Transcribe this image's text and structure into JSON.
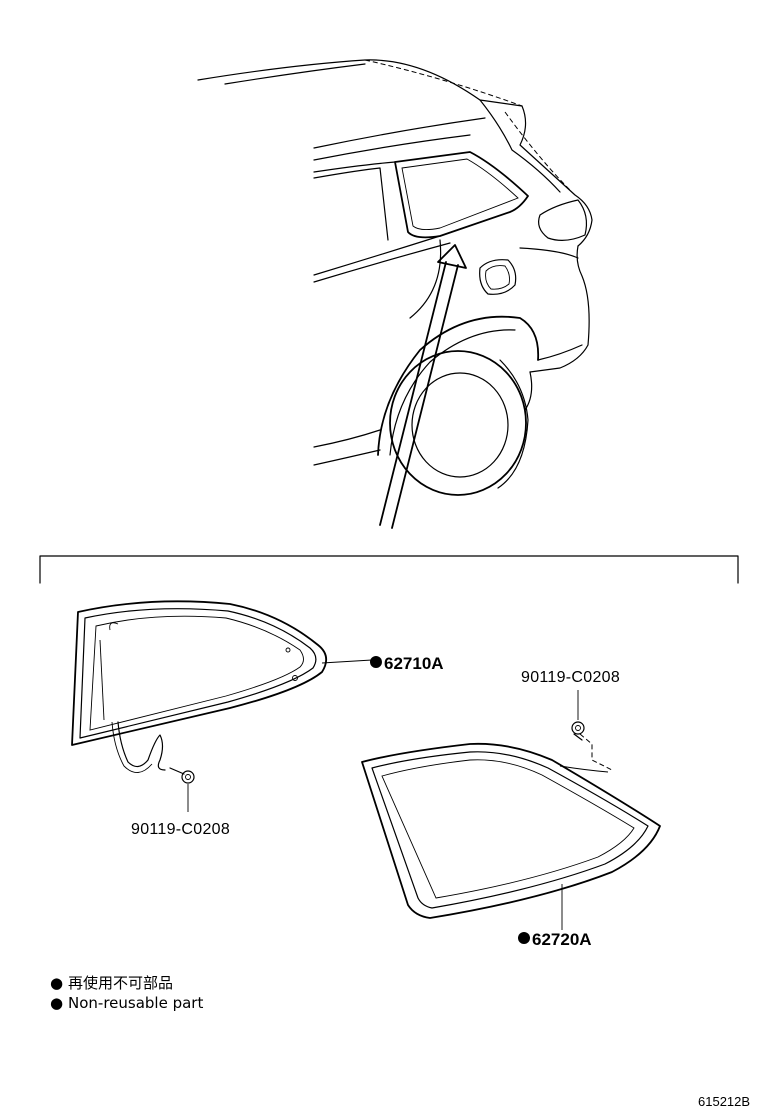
{
  "parts": {
    "glass_left": "62710A",
    "glass_right": "62720A",
    "clip_left": "90119-C0208",
    "clip_right": "90119-C0208"
  },
  "legend": [
    {
      "marker": "●",
      "text": "再使用不可部品"
    },
    {
      "marker": "●",
      "text": "Non-reusable part"
    }
  ],
  "diagram_code": "615212B"
}
